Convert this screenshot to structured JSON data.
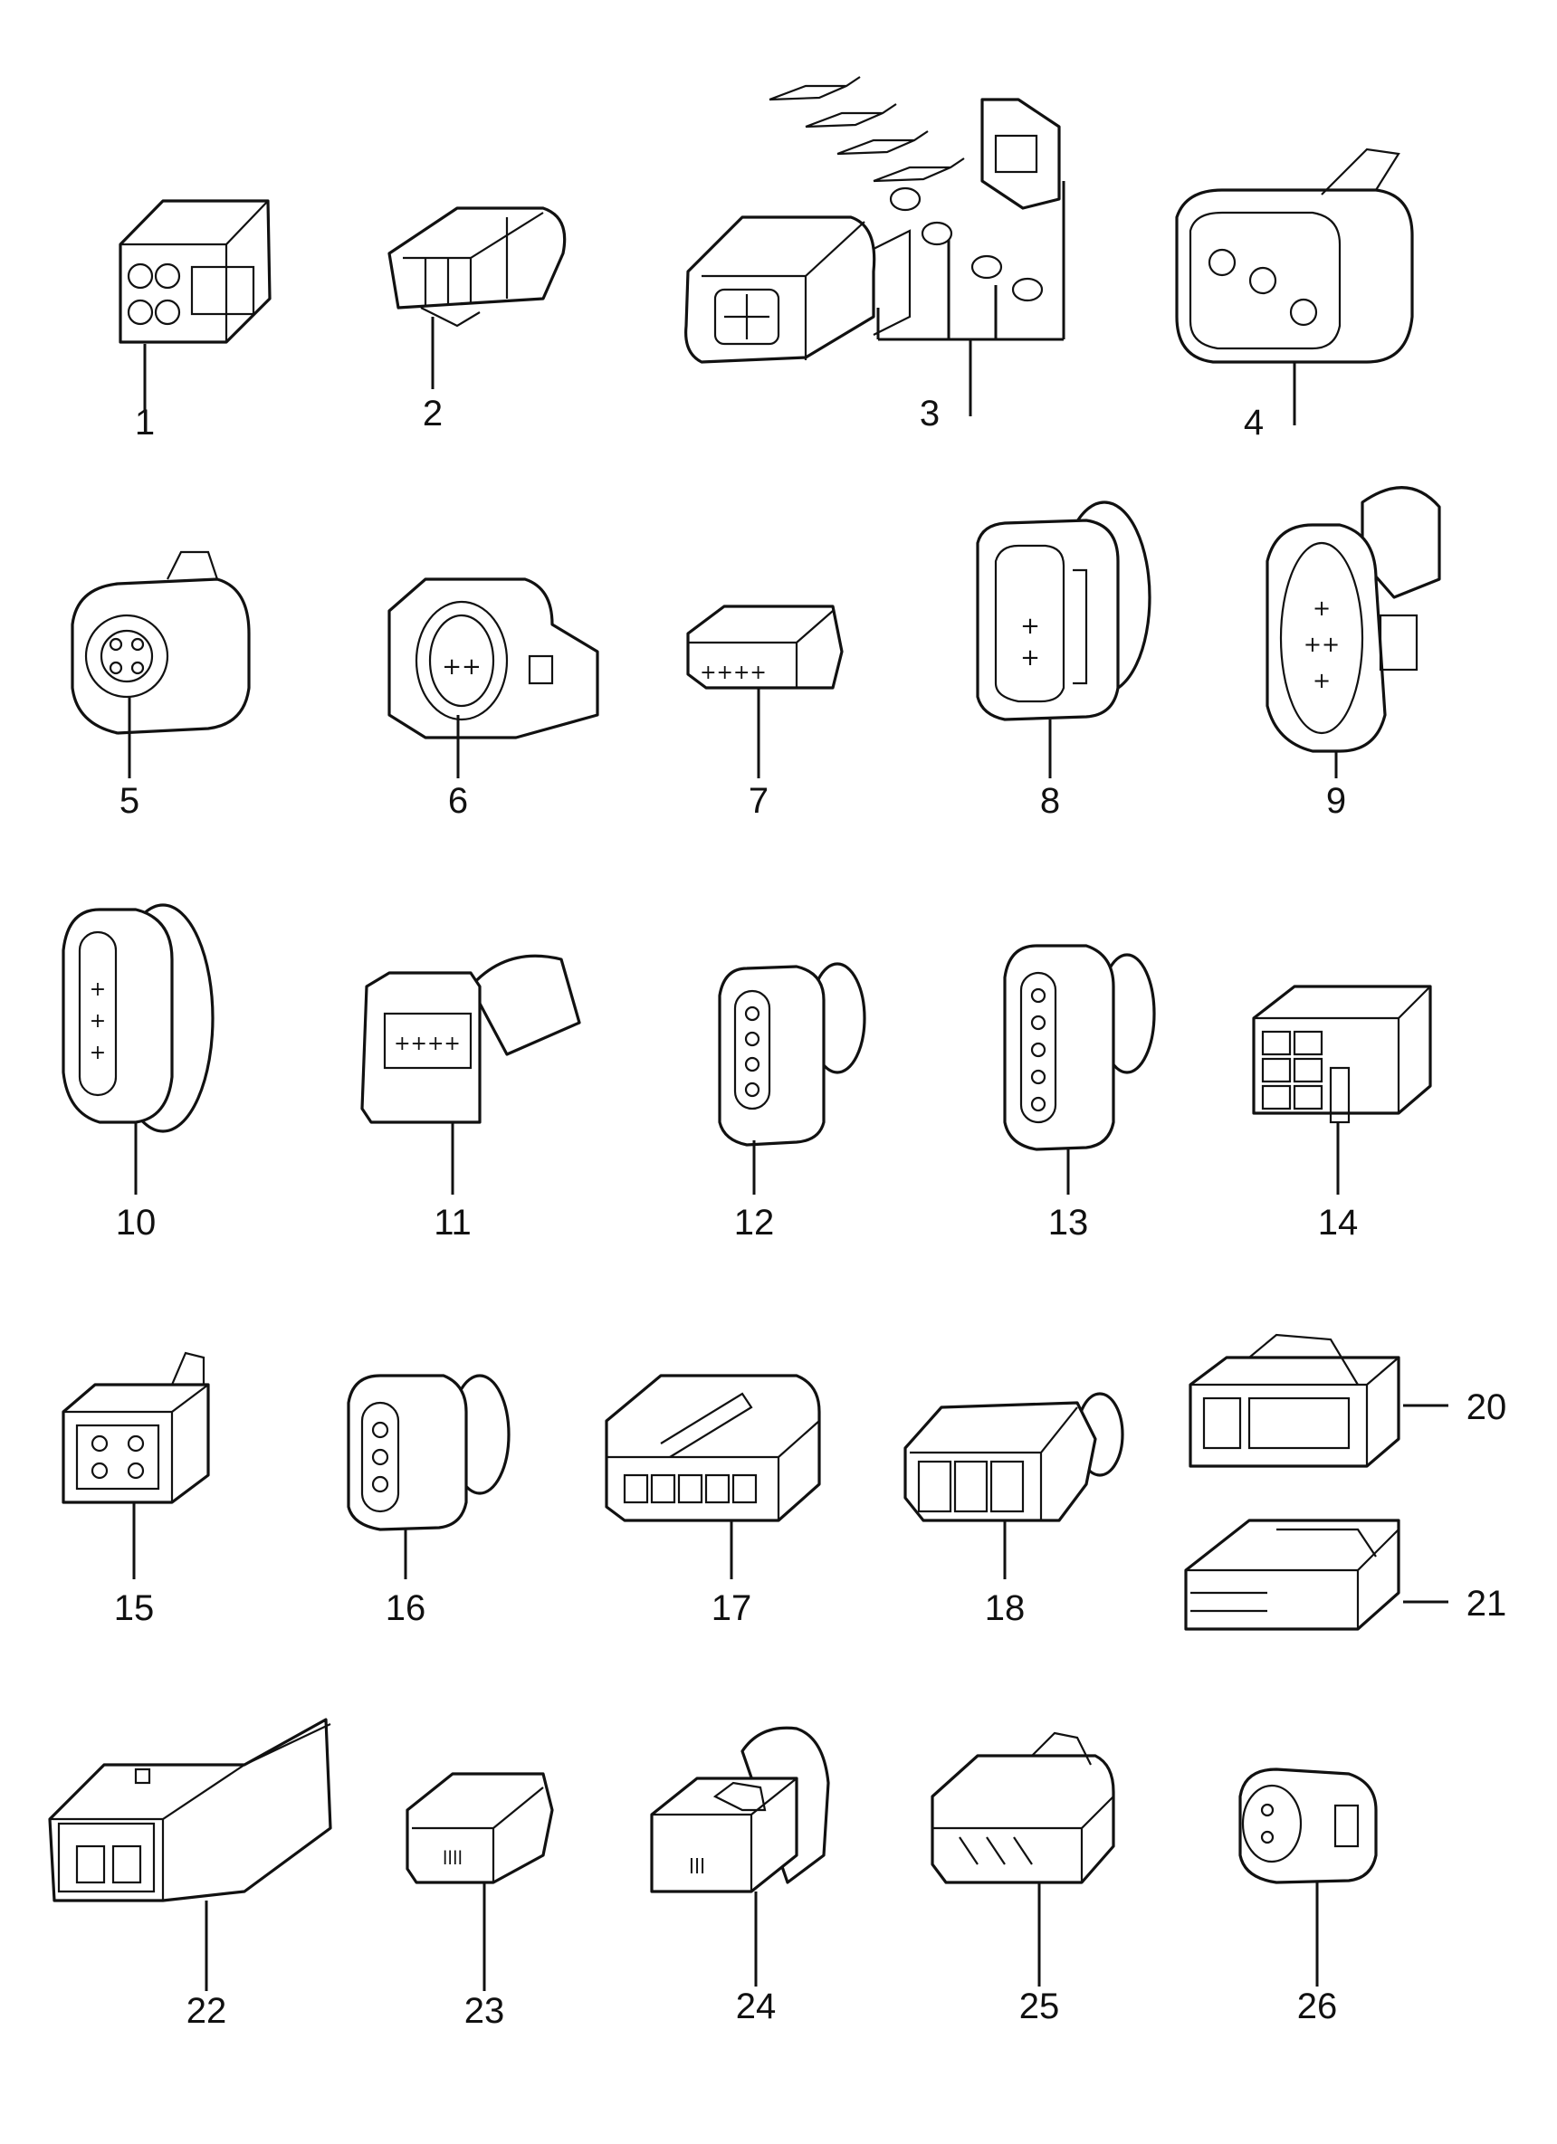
{
  "diagram": {
    "type": "exploded-parts",
    "parts": [
      {
        "id": "1",
        "label": "1",
        "icon": "connector-housing-square-icon"
      },
      {
        "id": "2",
        "label": "2",
        "icon": "connector-housing-slim-icon"
      },
      {
        "id": "3",
        "label": "3",
        "icon": "connector-kit-with-terminals-seals-icon"
      },
      {
        "id": "4",
        "label": "4",
        "icon": "connector-housing-oval-3pin-icon"
      },
      {
        "id": "5",
        "label": "5",
        "icon": "connector-housing-round-4pin-icon"
      },
      {
        "id": "6",
        "label": "6",
        "icon": "connector-housing-6pin-icon"
      },
      {
        "id": "7",
        "label": "7",
        "icon": "connector-flat-4pin-icon"
      },
      {
        "id": "8",
        "label": "8",
        "icon": "connector-4pin-with-boot-icon"
      },
      {
        "id": "9",
        "label": "9",
        "icon": "connector-oval-6pin-icon"
      },
      {
        "id": "10",
        "label": "10",
        "icon": "connector-long-oval-icon"
      },
      {
        "id": "11",
        "label": "11",
        "icon": "connector-rectangular-4pin-boot-icon"
      },
      {
        "id": "12",
        "label": "12",
        "icon": "connector-4pin-boot-icon"
      },
      {
        "id": "13",
        "label": "13",
        "icon": "connector-5pin-boot-icon"
      },
      {
        "id": "14",
        "label": "14",
        "icon": "connector-block-6pin-icon"
      },
      {
        "id": "15",
        "label": "15",
        "icon": "connector-square-4pin-icon"
      },
      {
        "id": "16",
        "label": "16",
        "icon": "connector-3pin-boot-icon"
      },
      {
        "id": "17",
        "label": "17",
        "icon": "connector-5pin-latch-icon"
      },
      {
        "id": "18",
        "label": "18",
        "icon": "connector-3pin-slim-boot-icon"
      },
      {
        "id": "20",
        "label": "20",
        "icon": "connector-block-latched-icon"
      },
      {
        "id": "21",
        "label": "21",
        "icon": "connector-flat-block-icon"
      },
      {
        "id": "22",
        "label": "22",
        "icon": "connector-large-block-icon"
      },
      {
        "id": "23",
        "label": "23",
        "icon": "connector-mini-4pin-icon"
      },
      {
        "id": "24",
        "label": "24",
        "icon": "connector-3pin-flange-icon"
      },
      {
        "id": "25",
        "label": "25",
        "icon": "connector-pcb-latch-icon"
      },
      {
        "id": "26",
        "label": "26",
        "icon": "connector-small-round-icon"
      }
    ]
  }
}
